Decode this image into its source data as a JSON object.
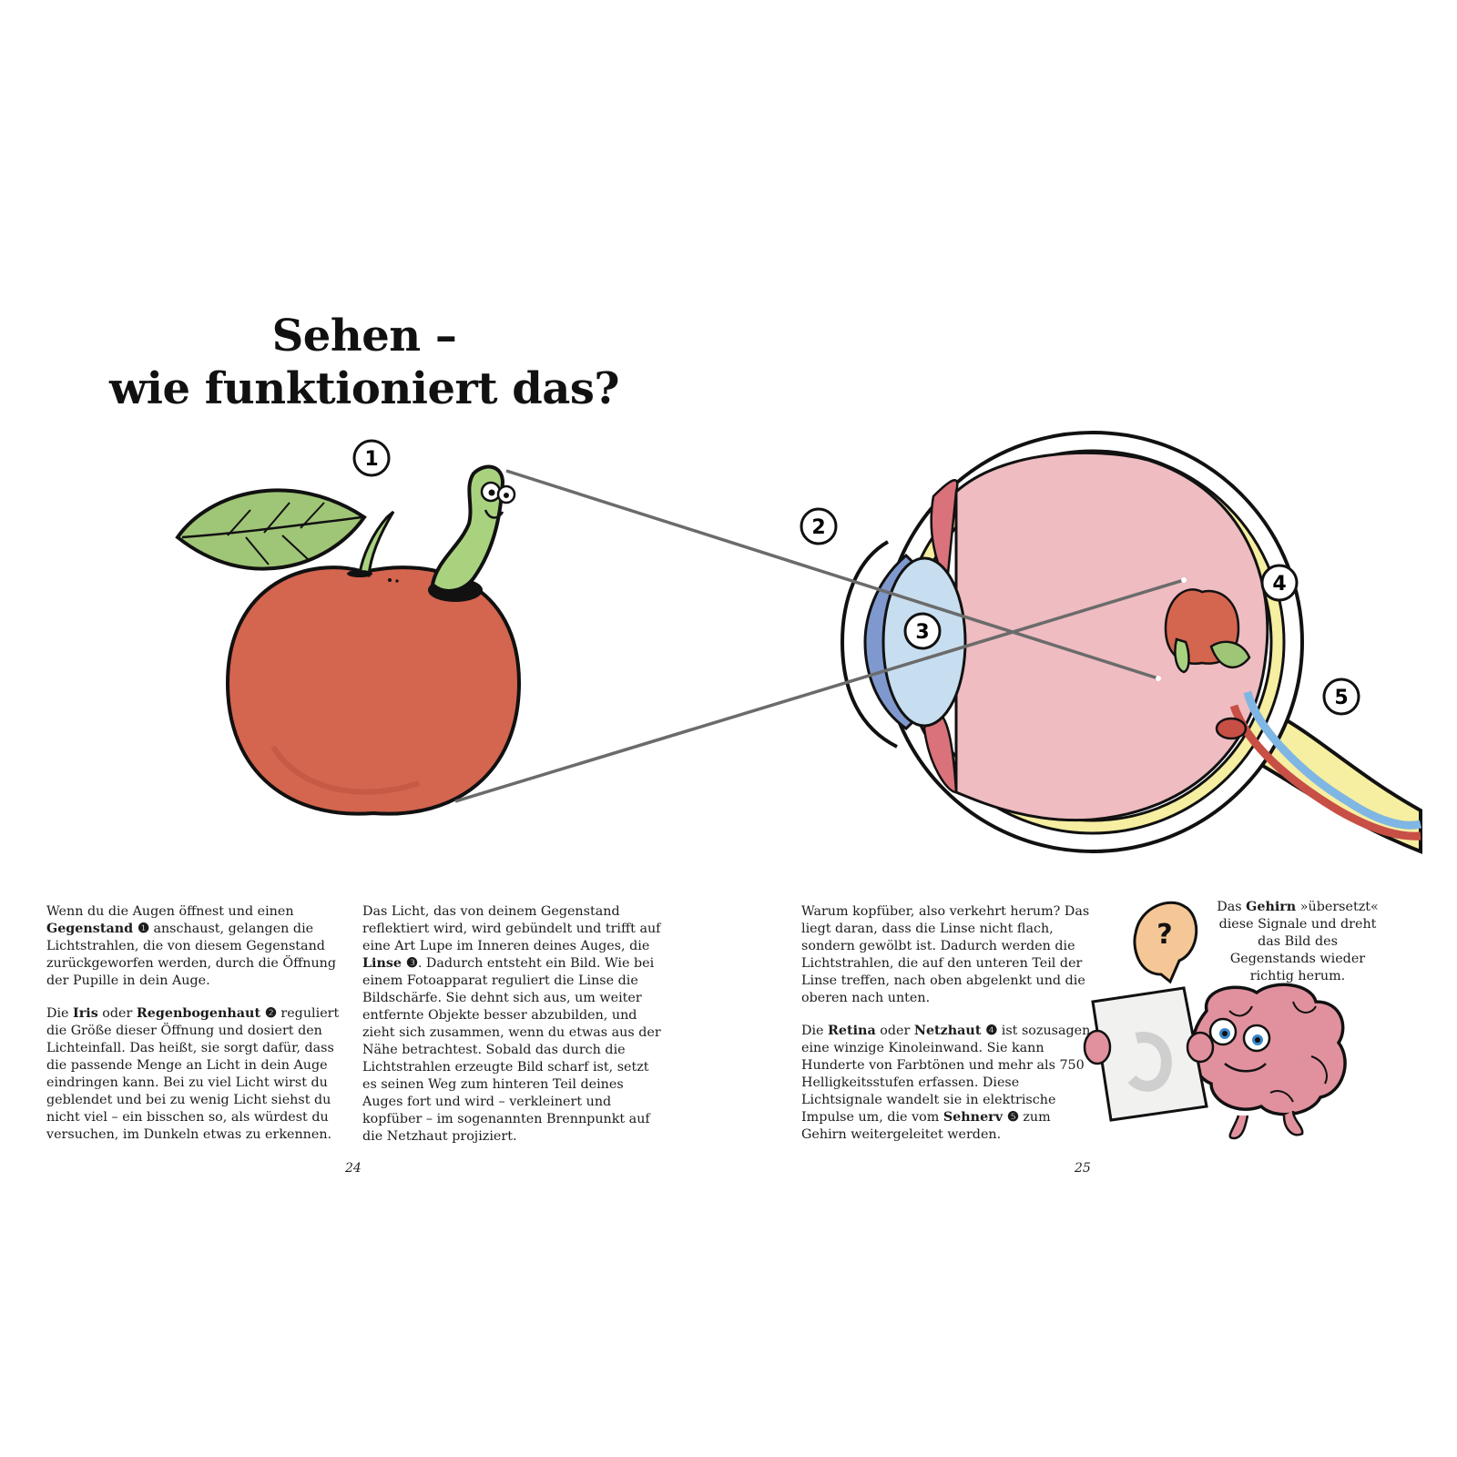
{
  "title": {
    "line1": "Sehen –",
    "line2": "wie funktioniert das?"
  },
  "markers": {
    "m1": "1",
    "m2": "2",
    "m3": "3",
    "m4": "4",
    "m5": "5"
  },
  "icons": {
    "question": "?"
  },
  "left_page": {
    "para1": {
      "t1": "Wenn du die Augen öffnest und einen ",
      "b1": "Gegenstand ❶",
      "t2": " anschaust, gelangen die Lichtstrahlen, die von diesem Gegenstand zurückgeworfen werden, durch die Öffnung der Pupille in dein Auge."
    },
    "para2": {
      "t1": "Die ",
      "b1": "Iris",
      "t2": " oder ",
      "b2": "Regenbogenhaut ❷",
      "t3": " reguliert die Größe dieser Öffnung und dosiert den Lichteinfall. Das heißt, sie sorgt dafür, dass die passende Menge an Licht in dein Auge eindringen kann. Bei zu viel Licht wirst du geblendet und bei zu wenig Licht siehst du nicht viel – ein bisschen so, als würdest du versuchen, im Dunkeln etwas zu erkennen."
    },
    "para3": {
      "t1": "Das Licht, das von deinem Gegenstand reflektiert wird, wird gebündelt und trifft auf eine Art Lupe im Inneren deines Auges, die ",
      "b1": "Linse ❸",
      "t2": ". Dadurch entsteht ein Bild. Wie bei einem Fotoapparat reguliert die Linse die Bildschärfe. Sie dehnt sich aus, um weiter entfernte Objekte besser abzubilden, und zieht sich zusammen, wenn du etwas aus der Nähe betrachtest. Sobald das durch die Lichtstrahlen erzeugte Bild scharf ist, setzt es seinen Weg zum hinteren Teil deines Auges fort und wird – verkleinert und kopfüber – im sogenannten Brennpunkt auf die Netzhaut projiziert."
    },
    "page_number": "24"
  },
  "right_page": {
    "para1": "Warum kopfüber, also verkehrt herum? Das liegt daran, dass die Linse nicht flach, sondern gewölbt ist. Dadurch werden die Lichtstrahlen, die auf den unteren Teil der Linse treffen, nach oben abgelenkt und die oberen nach unten.",
    "para2": {
      "t1": "Die ",
      "b1": "Retina",
      "t2": " oder ",
      "b2": "Netzhaut ❹",
      "t3": " ist sozusagen eine winzige Kinoleinwand. Sie kann Hunderte von Farbtönen und mehr als 750 Helligkeitsstufen erfassen. Diese Lichtsignale wandelt sie in elektrische Impulse um, die vom ",
      "b3": "Sehnerv ❺",
      "t4": " zum Gehirn weitergeleitet werden."
    },
    "brain_caption": {
      "t1": "Das ",
      "b1": "Gehirn",
      "t2": " »übersetzt« diese Signale und dreht das Bild des Gegenstands wieder richtig herum."
    },
    "page_number": "25"
  },
  "colors": {
    "apple": "#d4654f",
    "leaf": "#9fc576",
    "worm": "#a9d27f",
    "eye_interior": "#eebcc1",
    "sclera_yellow": "#f6eea0",
    "iris_blue": "#7f99cf",
    "lens_blue": "#c7def0",
    "brain_pink": "#e0919d",
    "speech_bubble": "#f5c796",
    "outline": "#111111"
  }
}
